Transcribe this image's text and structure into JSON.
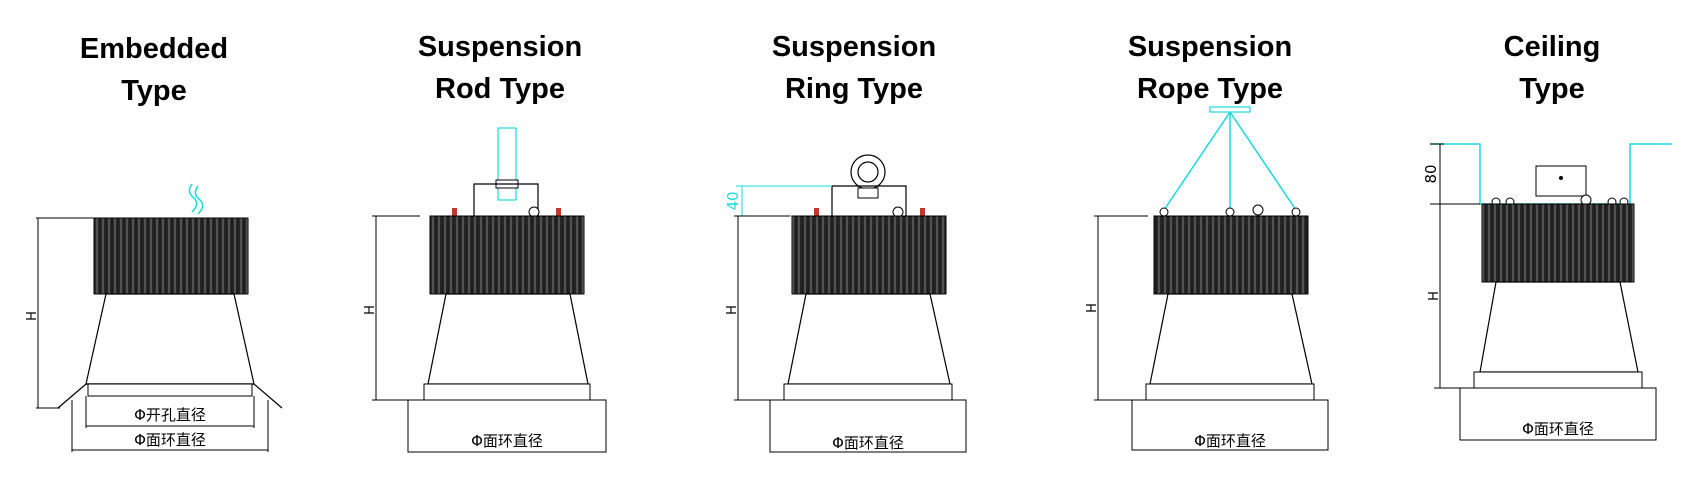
{
  "panels": [
    {
      "title_line1": "Embedded",
      "title_line2": "Type",
      "h_label": "H",
      "dim_labels": [
        "Φ开孔直径",
        "Φ面环直径"
      ]
    },
    {
      "title_line1": "Suspension",
      "title_line2": "Rod Type",
      "h_label": "H",
      "dim_labels": [
        "Φ面环直径"
      ]
    },
    {
      "title_line1": "Suspension",
      "title_line2": "Ring Type",
      "h_label": "H",
      "dim_labels": [
        "Φ面环直径"
      ],
      "mount_dim": "40"
    },
    {
      "title_line1": "Suspension",
      "title_line2": "Rope Type",
      "h_label": "H",
      "dim_labels": [
        "Φ面环直径"
      ]
    },
    {
      "title_line1": "Ceiling",
      "title_line2": "Type",
      "h_label": "H",
      "dim_labels": [
        "Φ面环直径"
      ],
      "mount_dim": "80"
    }
  ],
  "colors": {
    "lines": "#000000",
    "mount": "#19d8df",
    "heatsink": "#2b2b2b",
    "bolt": "#c0392b"
  }
}
